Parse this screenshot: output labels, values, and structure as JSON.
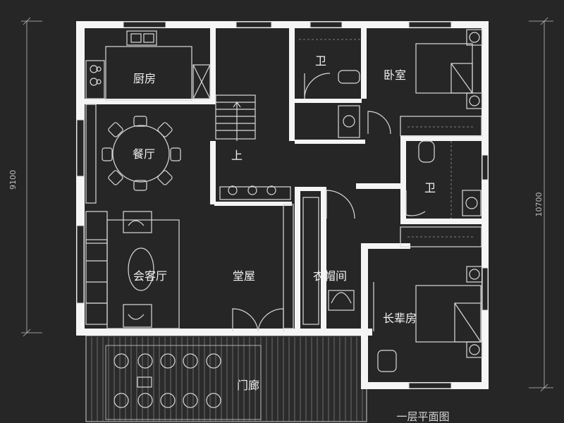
{
  "rooms": {
    "kitchen": "厨房",
    "dining": "餐厅",
    "guest_hall": "会客厅",
    "main_hall": "堂屋",
    "cloakroom": "衣帽间",
    "bedroom": "卧室",
    "elder_room": "长辈房",
    "bathroom_top": "卫",
    "bathroom_mid": "卫",
    "porch": "门廊"
  },
  "stair_up": "上",
  "dimensions": {
    "left": "9100",
    "right": "10700"
  },
  "title": "一层平面图",
  "colors": {
    "background": "#262626",
    "walls": "#f5f5f5",
    "lines": "#d9d9d9"
  }
}
